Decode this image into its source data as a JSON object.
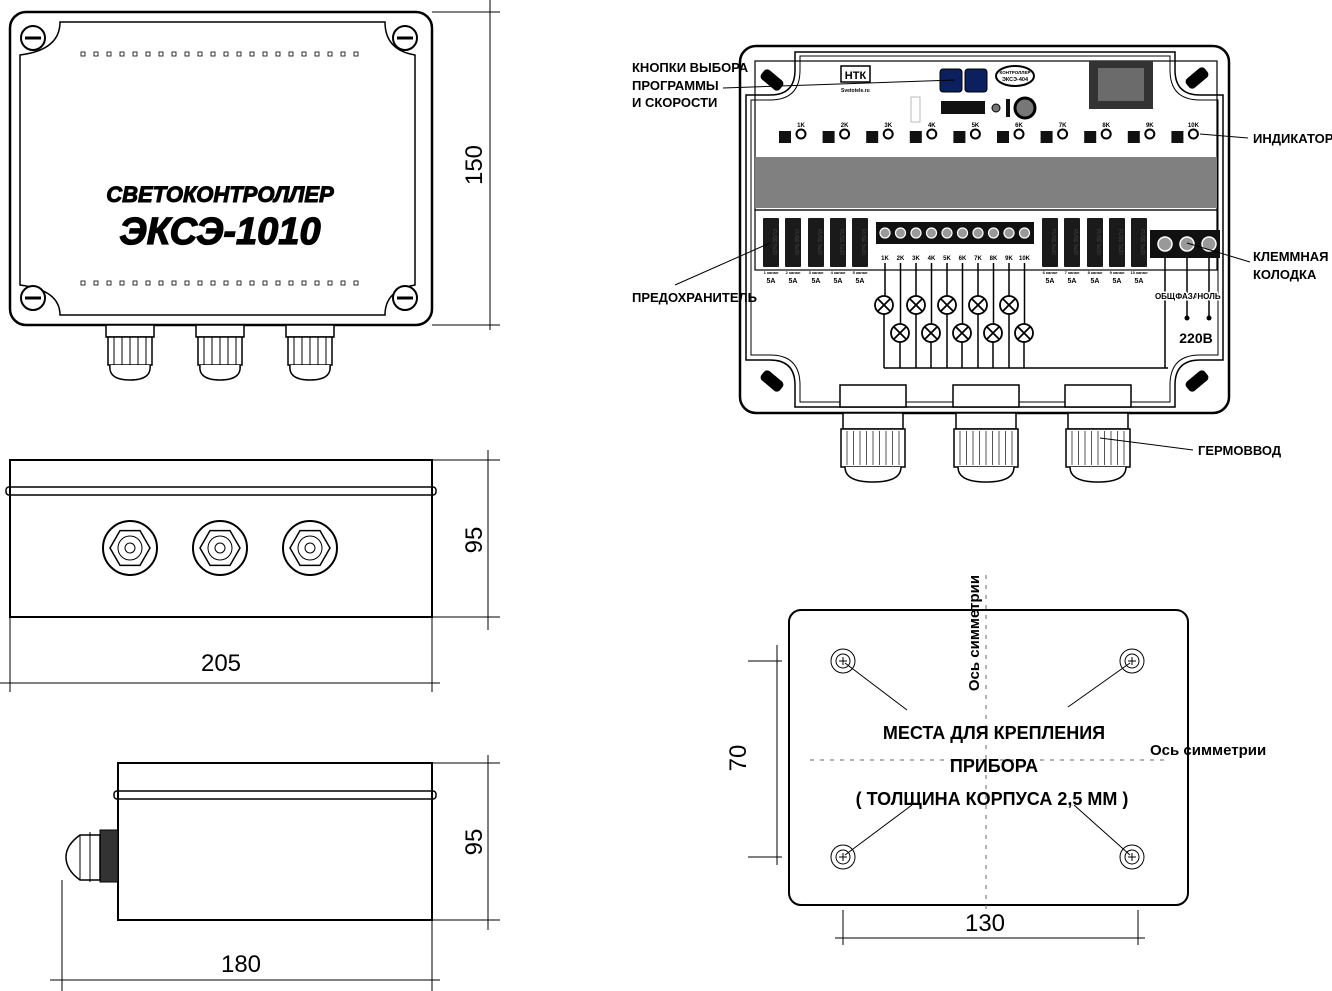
{
  "front_view": {
    "title_line1": "СВЕТОКОНТРОЛЛЕР",
    "title_line2": "ЭКСЭ-1010",
    "dim_height": "150"
  },
  "side_view": {
    "dim_height": "95",
    "dim_width": "205"
  },
  "end_view": {
    "dim_height": "95",
    "dim_width": "180"
  },
  "controller": {
    "logo": "НТК",
    "website": "Svetotele.ru",
    "model_badge_line1": "КОНТРОЛЛЕР",
    "model_badge_line2": "ЭКСЭ-404",
    "channel_labels": [
      "1K",
      "2K",
      "3K",
      "4K",
      "5K",
      "6K",
      "7K",
      "8K",
      "9K",
      "10K"
    ],
    "fuse_text": "FUSE 5x20",
    "fuse_channels": [
      "1 канал",
      "2 канал",
      "3 канал",
      "4 канал",
      "5 канал",
      "6 канал",
      "7 канал",
      "8 канал",
      "9 канал",
      "10 канал"
    ],
    "fuse_rating": "5A",
    "terminal_labels": [
      "ОБЩ",
      "ФАЗА",
      "НОЛЬ"
    ],
    "voltage": "220В",
    "callouts": {
      "buttons_line1": "КНОПКИ ВЫБОРА",
      "buttons_line2": "ПРОГРАММЫ",
      "buttons_line3": "И СКОРОСТИ",
      "fuse": "ПРЕДОХРАНИТЕЛЬ",
      "indicators": "ИНДИКАТОРЫ",
      "terminal_line1": "КЛЕММНАЯ",
      "terminal_line2": "КОЛОДКА",
      "gland": "ГЕРМОВВОД"
    }
  },
  "mounting": {
    "axis_vertical": "Ось симметрии",
    "axis_horizontal": "Ось симметрии",
    "text_line1": "МЕСТА ДЛЯ КРЕПЛЕНИЯ",
    "text_line2": "ПРИБОРА",
    "text_line3": "( ТОЛЩИНА КОРПУСА 2,5 ММ )",
    "dim_height": "70",
    "dim_width": "130"
  }
}
